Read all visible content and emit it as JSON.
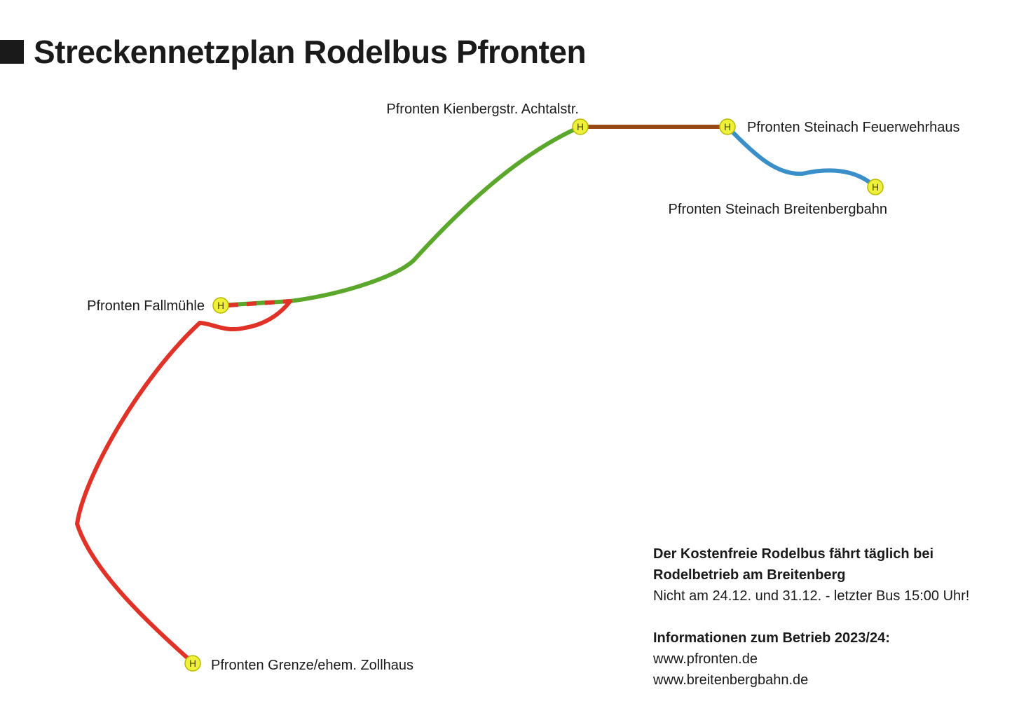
{
  "title": "Streckennetzplan Rodelbus Pfronten",
  "colors": {
    "green": "#5aa72b",
    "red": "#e03227",
    "brown": "#9a4a17",
    "blue": "#3b8fc9",
    "stop_fill": "#eef03a",
    "stop_stroke": "#b8b800"
  },
  "stops": {
    "kienberg": {
      "label": "Pfronten Kienbergstr. Achtalstr.",
      "symbol": "H"
    },
    "feuerwehr": {
      "label": "Pfronten Steinach Feuerwehrhaus",
      "symbol": "H"
    },
    "breitenbergbahn": {
      "label": "Pfronten Steinach Breitenbergbahn",
      "symbol": "H"
    },
    "fallmuehle": {
      "label": "Pfronten Fallmühle",
      "symbol": "H"
    },
    "zollhaus": {
      "label": "Pfronten Grenze/ehem. Zollhaus",
      "symbol": "H"
    }
  },
  "info": {
    "heading_line1": "Der Kostenfreie Rodelbus fährt täglich bei",
    "heading_line2": "Rodelbetrieb am Breitenberg",
    "note": "Nicht am 24.12. und 31.12. - letzter Bus 15:00 Uhr!",
    "operation_heading": "Informationen zum Betrieb 2023/24:",
    "link1": "www.pfronten.de",
    "link2": "www.breitenbergbahn.de"
  }
}
